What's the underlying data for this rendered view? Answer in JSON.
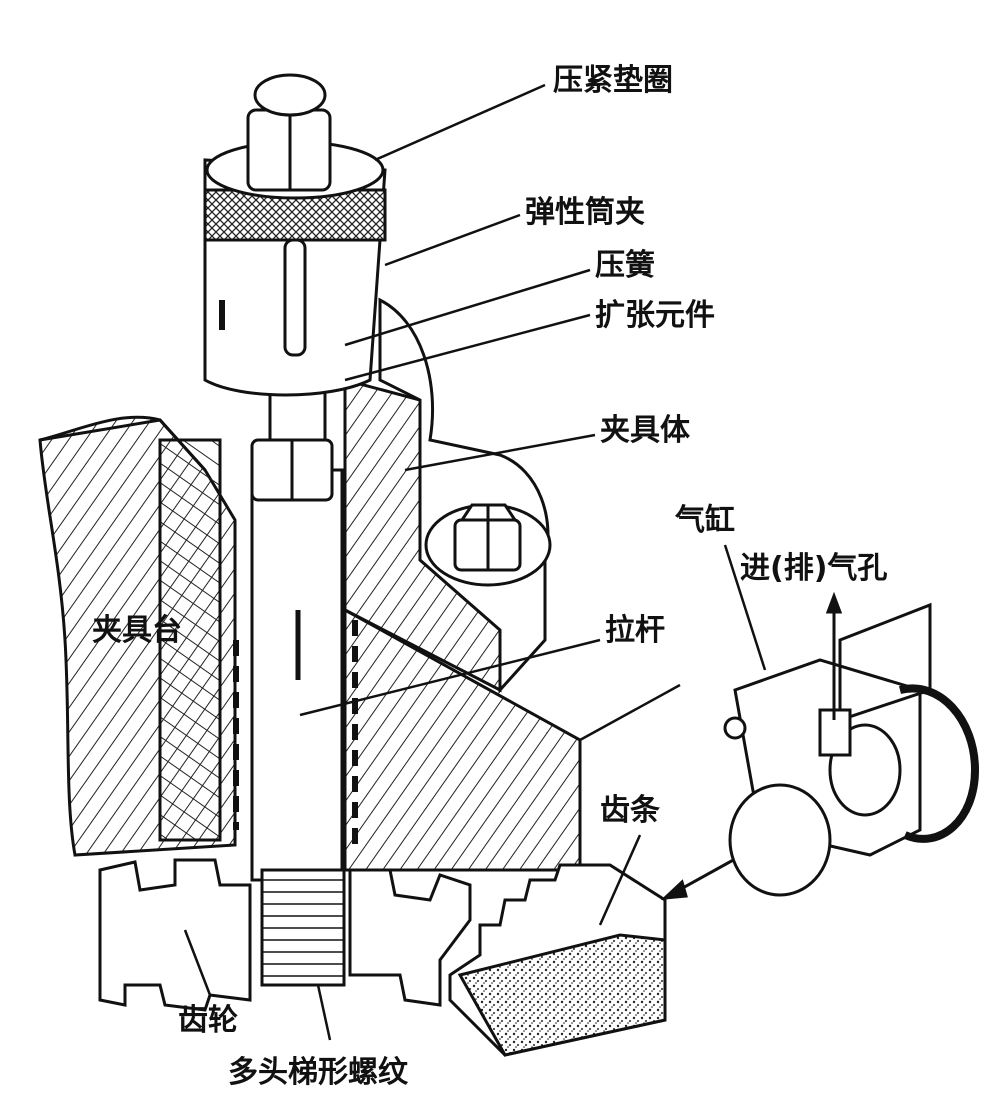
{
  "labels": {
    "pressure_washer": "压紧垫圈",
    "elastic_collet": "弹性筒夹",
    "spring": "压簧",
    "expansion_element": "扩张元件",
    "fixture_body": "夹具体",
    "cylinder": "气缸",
    "air_port": "进(排)气孔",
    "fixture_table": "夹具台",
    "pull_rod": "拉杆",
    "rack": "齿条",
    "gear": "齿轮",
    "trapezoid_thread": "多头梯形螺纹"
  },
  "colors": {
    "ink": "#111111",
    "paper": "#ffffff",
    "hatch": "#222222"
  }
}
